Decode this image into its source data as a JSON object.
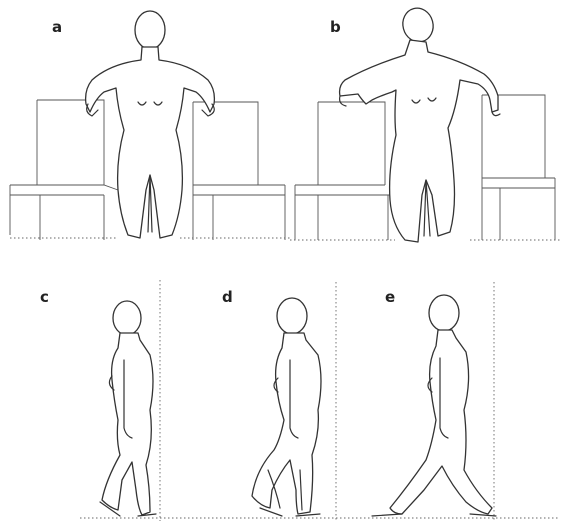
{
  "panels": [
    {
      "id": "a",
      "label": "a",
      "description_icon": "standing-figure-between-chairs-icon"
    },
    {
      "id": "b",
      "label": "b",
      "description_icon": "leaning-figure-between-chairs-icon"
    },
    {
      "id": "c",
      "label": "c",
      "description_icon": "side-view-figure-icon"
    },
    {
      "id": "d",
      "label": "d",
      "description_icon": "side-view-figure-knees-bent-icon"
    },
    {
      "id": "e",
      "label": "e",
      "description_icon": "side-view-figure-walking-icon"
    }
  ],
  "colors": {
    "line": "#333333",
    "background": "#ffffff"
  }
}
